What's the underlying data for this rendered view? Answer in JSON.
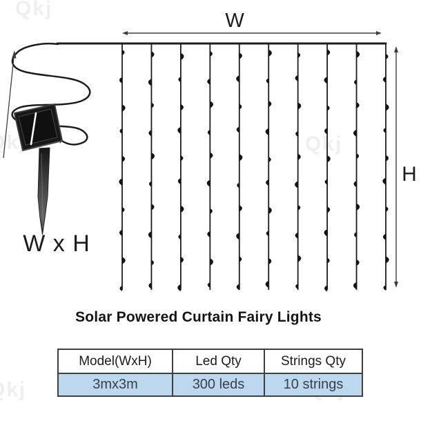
{
  "watermark": "Qkj",
  "diagram": {
    "width_label": "W",
    "height_label": "H",
    "size_label": "W x H",
    "strings_qty": 10,
    "led_rows_per_string": 10
  },
  "title": "Solar Powered Curtain Fairy Lights",
  "spec_table": {
    "headers": [
      "Model(WxH)",
      "Led Qty",
      "Strings Qty"
    ],
    "row": [
      "3mx3m",
      "300 leds",
      "10 strings"
    ]
  },
  "colors": {
    "line": "#1c1c1c",
    "dimension_line": "#3d3d3d",
    "panel_fill": "#181818",
    "stake_fill": "#3a3a3a",
    "table_border": "#3f3f3f",
    "table_row_bg": "#bdd7ee",
    "value_text": "#35424d"
  }
}
